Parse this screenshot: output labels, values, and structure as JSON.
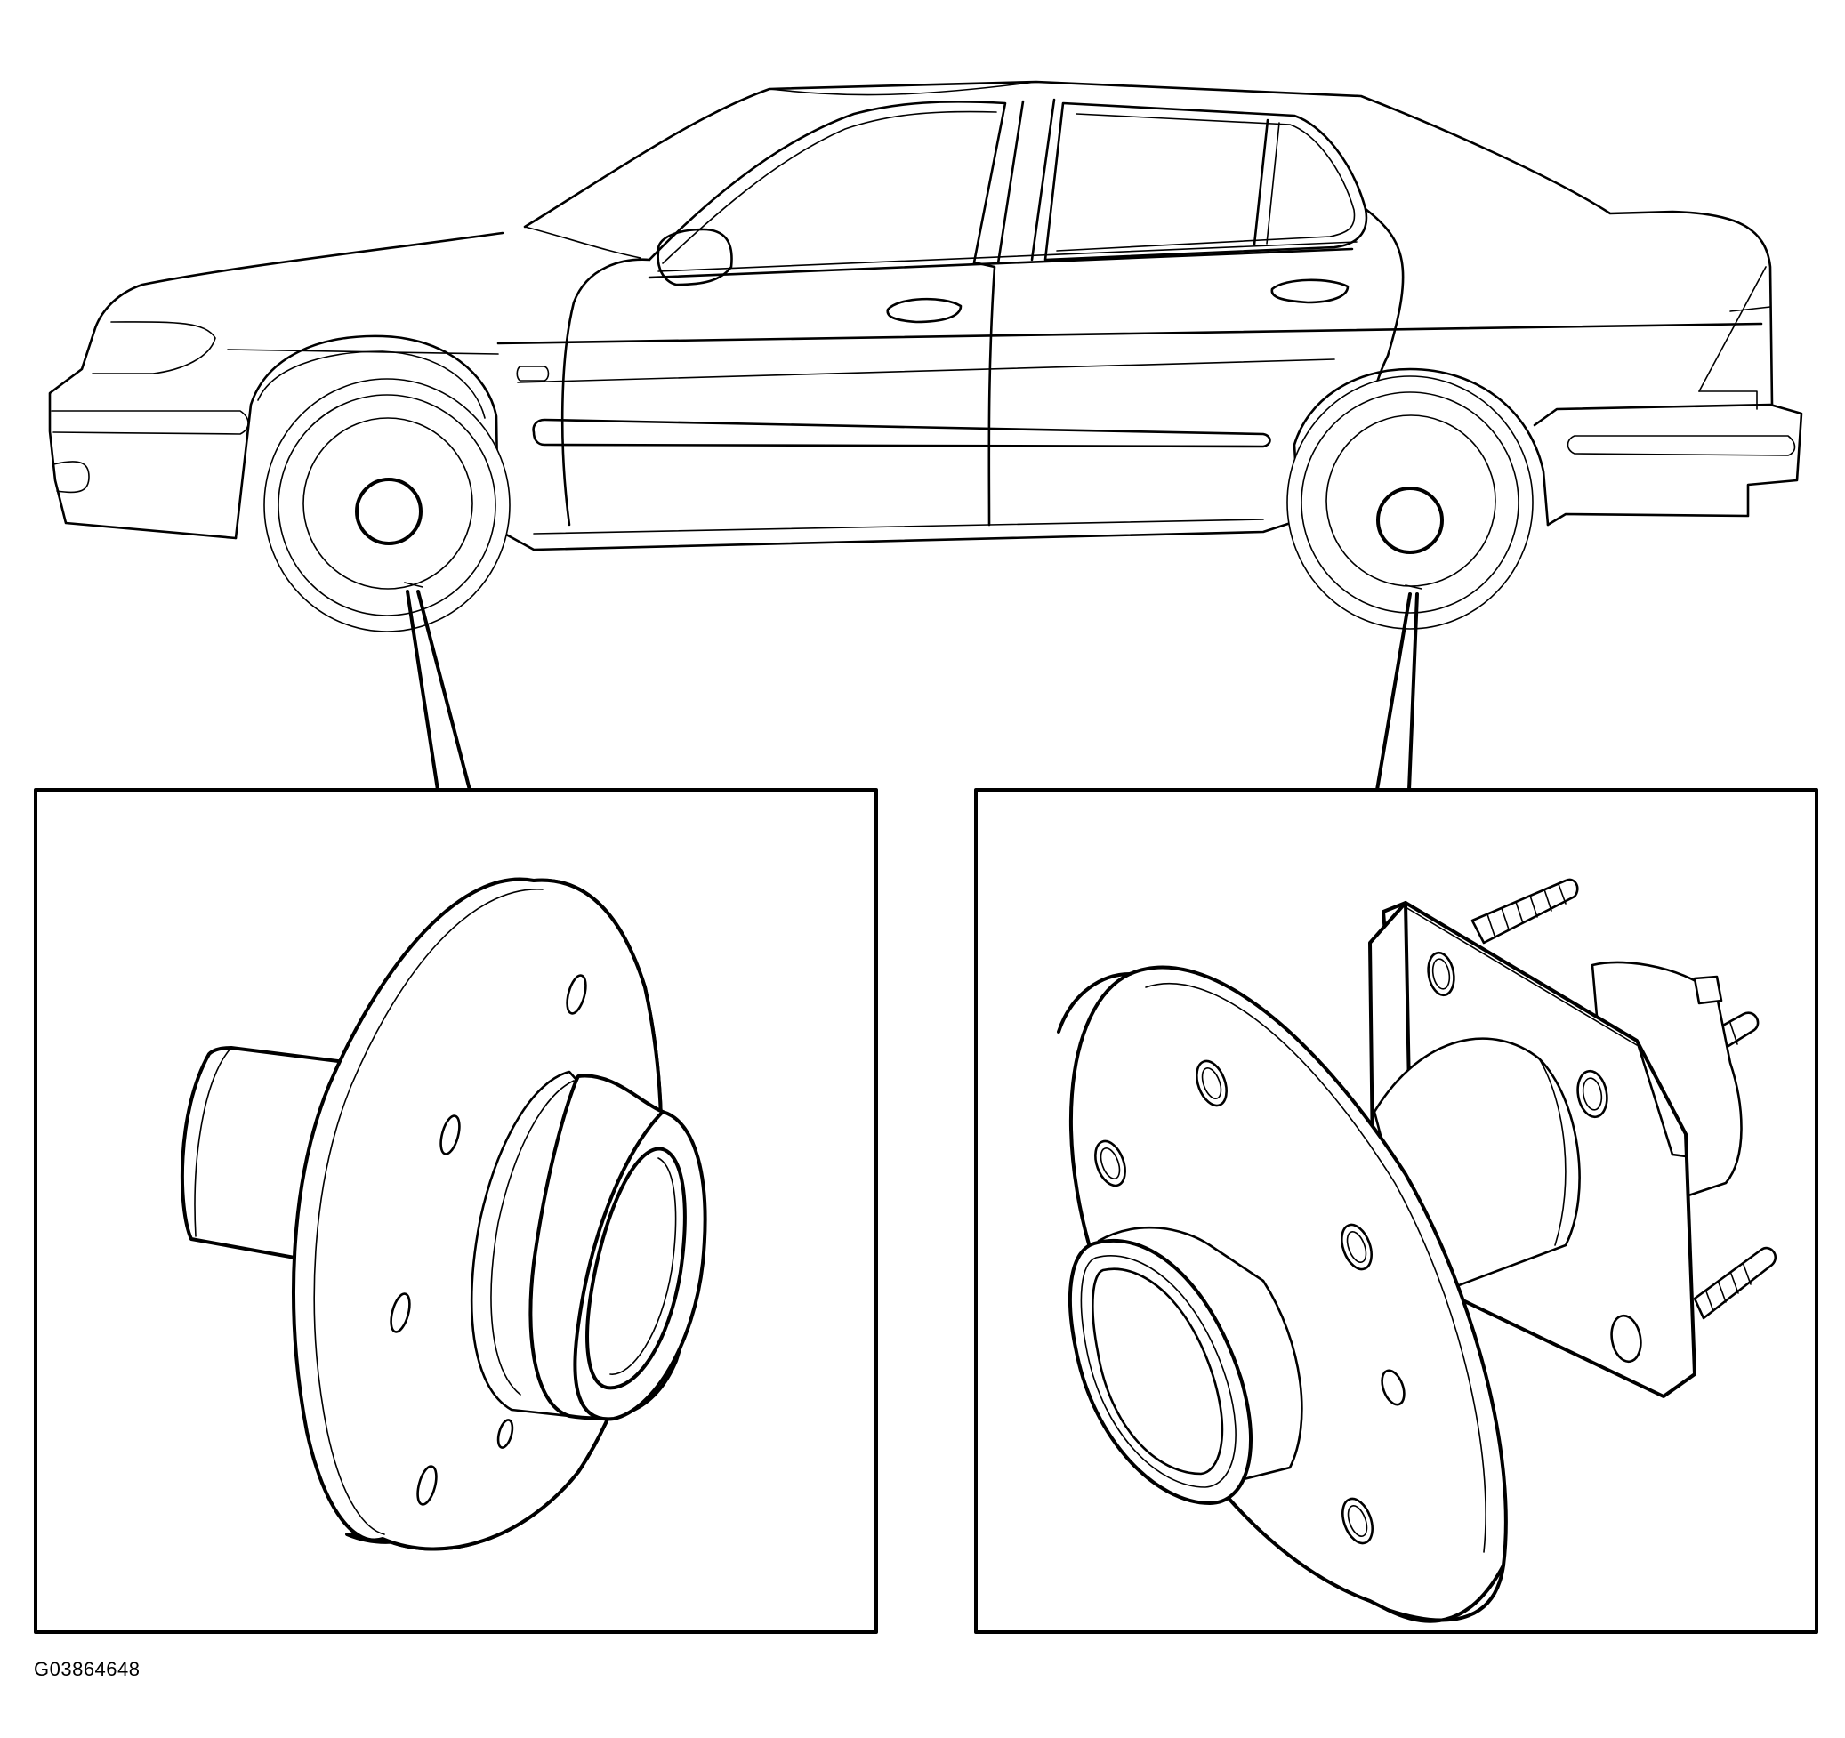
{
  "figure": {
    "id_label": "G03864648"
  },
  "callouts": [
    {
      "target": "front-wheel",
      "panel": "front-hub-panel"
    },
    {
      "target": "rear-wheel",
      "panel": "rear-hub-panel"
    }
  ],
  "colors": {
    "line": "#000000",
    "background": "#ffffff"
  }
}
